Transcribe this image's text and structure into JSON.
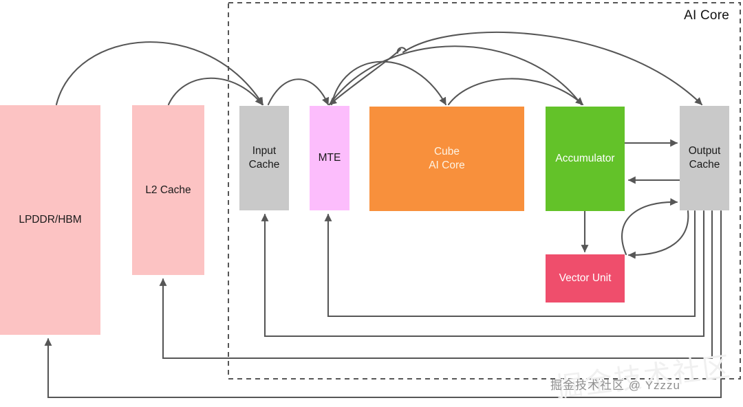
{
  "diagram": {
    "title": "AI Core",
    "boundary_label": "AI Core",
    "watermark": "掘金技术社区 @ Yzzzu",
    "watermark_ghost": "掘金技术社区",
    "colors": {
      "memory_pink": "#fcc3c3",
      "cache_gray": "#c9c9c9",
      "mte_magenta": "#fcbdfc",
      "cube_orange": "#f8903c",
      "accumulator_green": "#63c229",
      "vector_red": "#ef4e6c",
      "wire_gray": "#565656",
      "boundary_dash": "#555555",
      "background": "#ffffff"
    },
    "nodes": [
      {
        "id": "lpddr",
        "label": "LPDDR/HBM",
        "group": "external"
      },
      {
        "id": "l2",
        "label": "L2 Cache",
        "group": "external"
      },
      {
        "id": "input_cache",
        "label": "Input\nCache",
        "group": "ai-core"
      },
      {
        "id": "mte",
        "label": "MTE",
        "group": "ai-core"
      },
      {
        "id": "cube",
        "label": "Cube\nAI Core",
        "group": "ai-core"
      },
      {
        "id": "accumulator",
        "label": "Accumulator",
        "group": "ai-core"
      },
      {
        "id": "output_cache",
        "label": "Output\nCache",
        "group": "ai-core"
      },
      {
        "id": "vector",
        "label": "Vector Unit",
        "group": "ai-core"
      }
    ],
    "edges": [
      {
        "from": "lpddr",
        "to": "input_cache",
        "style": "arc"
      },
      {
        "from": "l2",
        "to": "input_cache",
        "style": "arc"
      },
      {
        "from": "input_cache",
        "to": "mte",
        "style": "arc"
      },
      {
        "from": "mte",
        "to": "cube",
        "style": "arc"
      },
      {
        "from": "cube",
        "to": "accumulator",
        "style": "arc"
      },
      {
        "from": "cube",
        "to": "output_cache",
        "style": "arc"
      },
      {
        "from": "accumulator",
        "to": "mte",
        "style": "arc"
      },
      {
        "from": "accumulator",
        "to": "output_cache",
        "style": "straight"
      },
      {
        "from": "output_cache",
        "to": "accumulator",
        "style": "straight"
      },
      {
        "from": "accumulator",
        "to": "vector",
        "style": "straight"
      },
      {
        "from": "vector",
        "to": "output_cache",
        "style": "arc"
      },
      {
        "from": "output_cache",
        "to": "vector",
        "style": "arc"
      },
      {
        "from": "output_cache",
        "to": "mte",
        "style": "orthogonal"
      },
      {
        "from": "output_cache",
        "to": "input_cache",
        "style": "orthogonal"
      },
      {
        "from": "output_cache",
        "to": "l2",
        "style": "orthogonal"
      },
      {
        "from": "output_cache",
        "to": "lpddr",
        "style": "orthogonal"
      }
    ]
  }
}
